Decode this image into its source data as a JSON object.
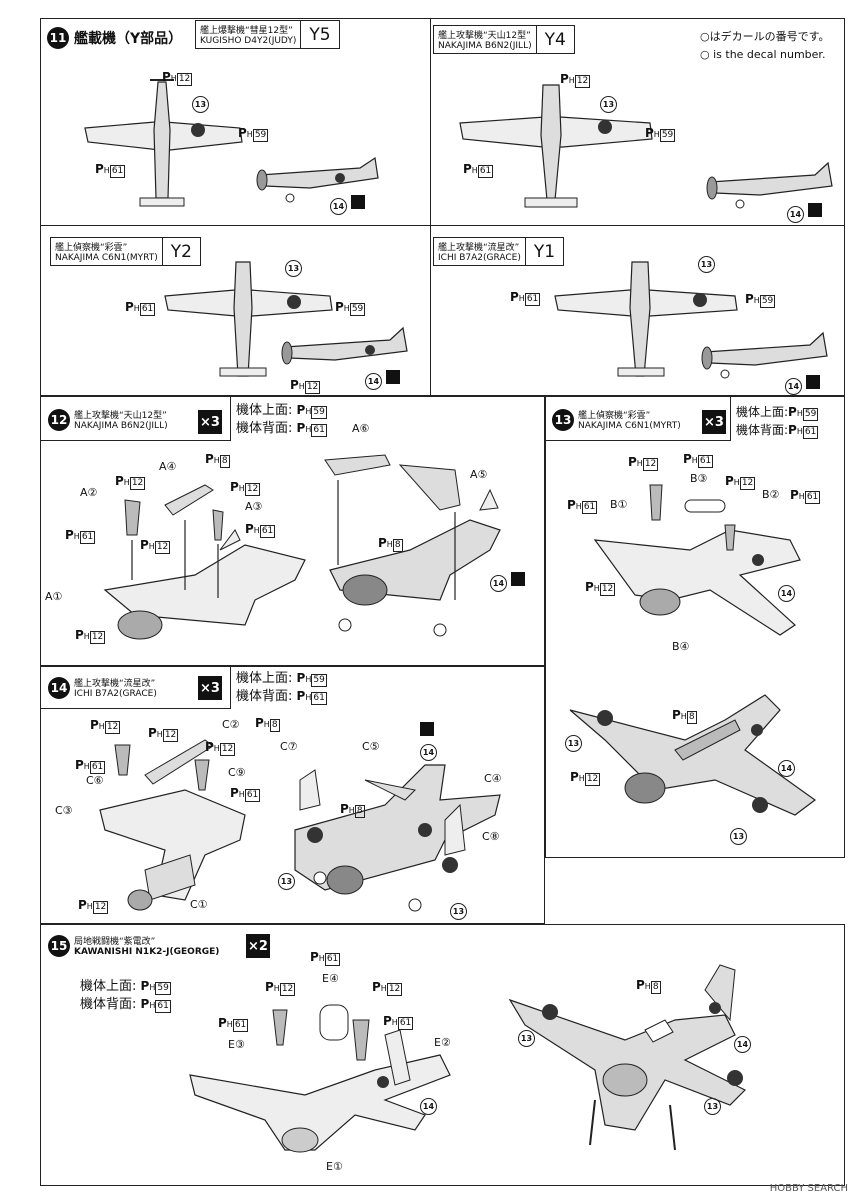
{
  "legend": {
    "jp": "○はデカールの番号です。",
    "en": "○ is the decal number."
  },
  "step11": {
    "num": "11",
    "title": "艦載機（Y部品）",
    "planes": [
      {
        "jp": "艦上爆撃機“彗星12型”",
        "en": "KUGISHO D4Y2(JUDY)",
        "code": "Y5"
      },
      {
        "jp": "艦上攻撃機“天山12型”",
        "en": "NAKAJIMA B6N2(JILL)",
        "code": "Y4"
      },
      {
        "jp": "艦上偵察機“彩雲”",
        "en": "NAKAJIMA C6N1(MYRT)",
        "code": "Y2"
      },
      {
        "jp": "艦上攻撃機“流星改”",
        "en": "ICHI B7A2(GRACE)",
        "code": "Y1"
      }
    ]
  },
  "step12": {
    "num": "12",
    "jp": "艦上攻撃機“天山12型”",
    "en": "NAKAJIMA B6N2(JILL)",
    "qty": "×3",
    "top_label": "機体上面:",
    "top_decal": "59",
    "back_label": "機体背面:",
    "back_decal": "61"
  },
  "step13": {
    "num": "13",
    "jp": "艦上偵察機“彩雲”",
    "en": "NAKAJIMA C6N1(MYRT)",
    "qty": "×3",
    "top_label": "機体上面:",
    "top_decal": "59",
    "back_label": "機体背面:",
    "back_decal": "61"
  },
  "step14": {
    "num": "14",
    "jp": "艦上攻撃機“流星改”",
    "en": "ICHI B7A2(GRACE)",
    "qty": "×3",
    "top_label": "機体上面:",
    "top_decal": "59",
    "back_label": "機体背面:",
    "back_decal": "61"
  },
  "step15": {
    "num": "15",
    "jp": "局地戦闘機“紫電改”",
    "en": "KAWANISHI N1K2-J(GEORGE)",
    "qty": "×2",
    "top_label": "機体上面:",
    "top_decal": "59",
    "back_label": "機体背面:",
    "back_decal": "61"
  },
  "decals": {
    "p": "P",
    "h": "H",
    "d8": "8",
    "d12": "12",
    "d59": "59",
    "d61": "61",
    "c13": "13",
    "c14": "14"
  },
  "parts": {
    "a1": "A①",
    "a2": "A②",
    "a3": "A③",
    "a4": "A④",
    "a5": "A⑤",
    "a6": "A⑥",
    "b1": "B①",
    "b2": "B②",
    "b3": "B③",
    "b4": "B④",
    "c1": "C①",
    "c2": "C②",
    "c3": "C③",
    "c4": "C④",
    "c5": "C⑤",
    "c6": "C⑥",
    "c7": "C⑦",
    "c8": "C⑧",
    "c9": "C⑨",
    "e1": "E①",
    "e2": "E②",
    "e3": "E③",
    "e4": "E④"
  },
  "footer": "HOBBY SEARCH"
}
